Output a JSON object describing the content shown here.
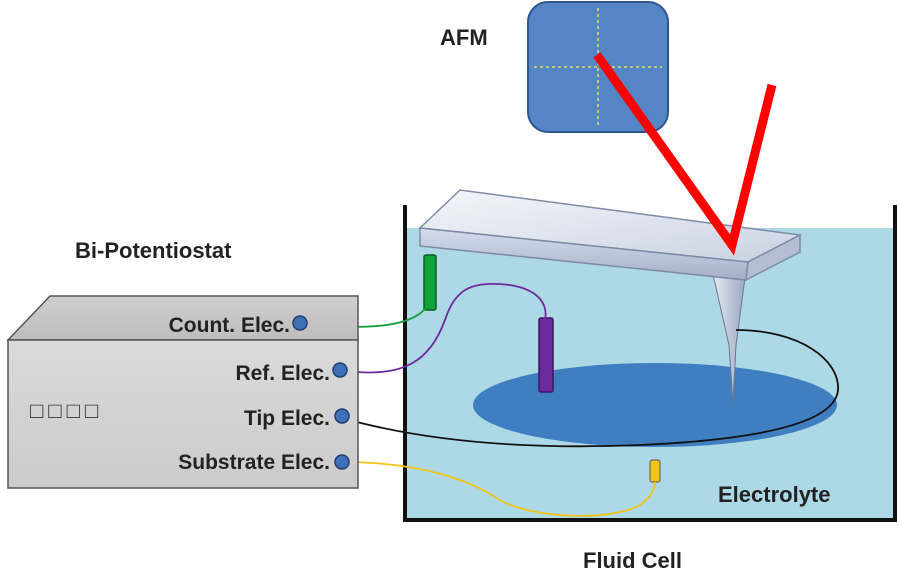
{
  "labels": {
    "afm": "AFM",
    "bipotentiostat": "Bi-Potentiostat",
    "electrolyte": "Electrolyte",
    "fluid_cell": "Fluid Cell"
  },
  "potentiostat": {
    "ports": [
      {
        "label": "Count. Elec."
      },
      {
        "label": "Ref. Elec."
      },
      {
        "label": "Tip Elec."
      },
      {
        "label": "Substrate Elec."
      }
    ],
    "glyphs": "□□□□"
  },
  "colors": {
    "laser": "#ff0000",
    "electrolyte": "#add8e6",
    "substrate": "#3f7fc1",
    "afm_body": "#5485c4",
    "counter_electrode": "#11a039",
    "reference_electrode": "#6b2b9e",
    "substrate_contact": "#f2c318",
    "tip_wire": "#000000",
    "port": "#3f6fb5"
  }
}
